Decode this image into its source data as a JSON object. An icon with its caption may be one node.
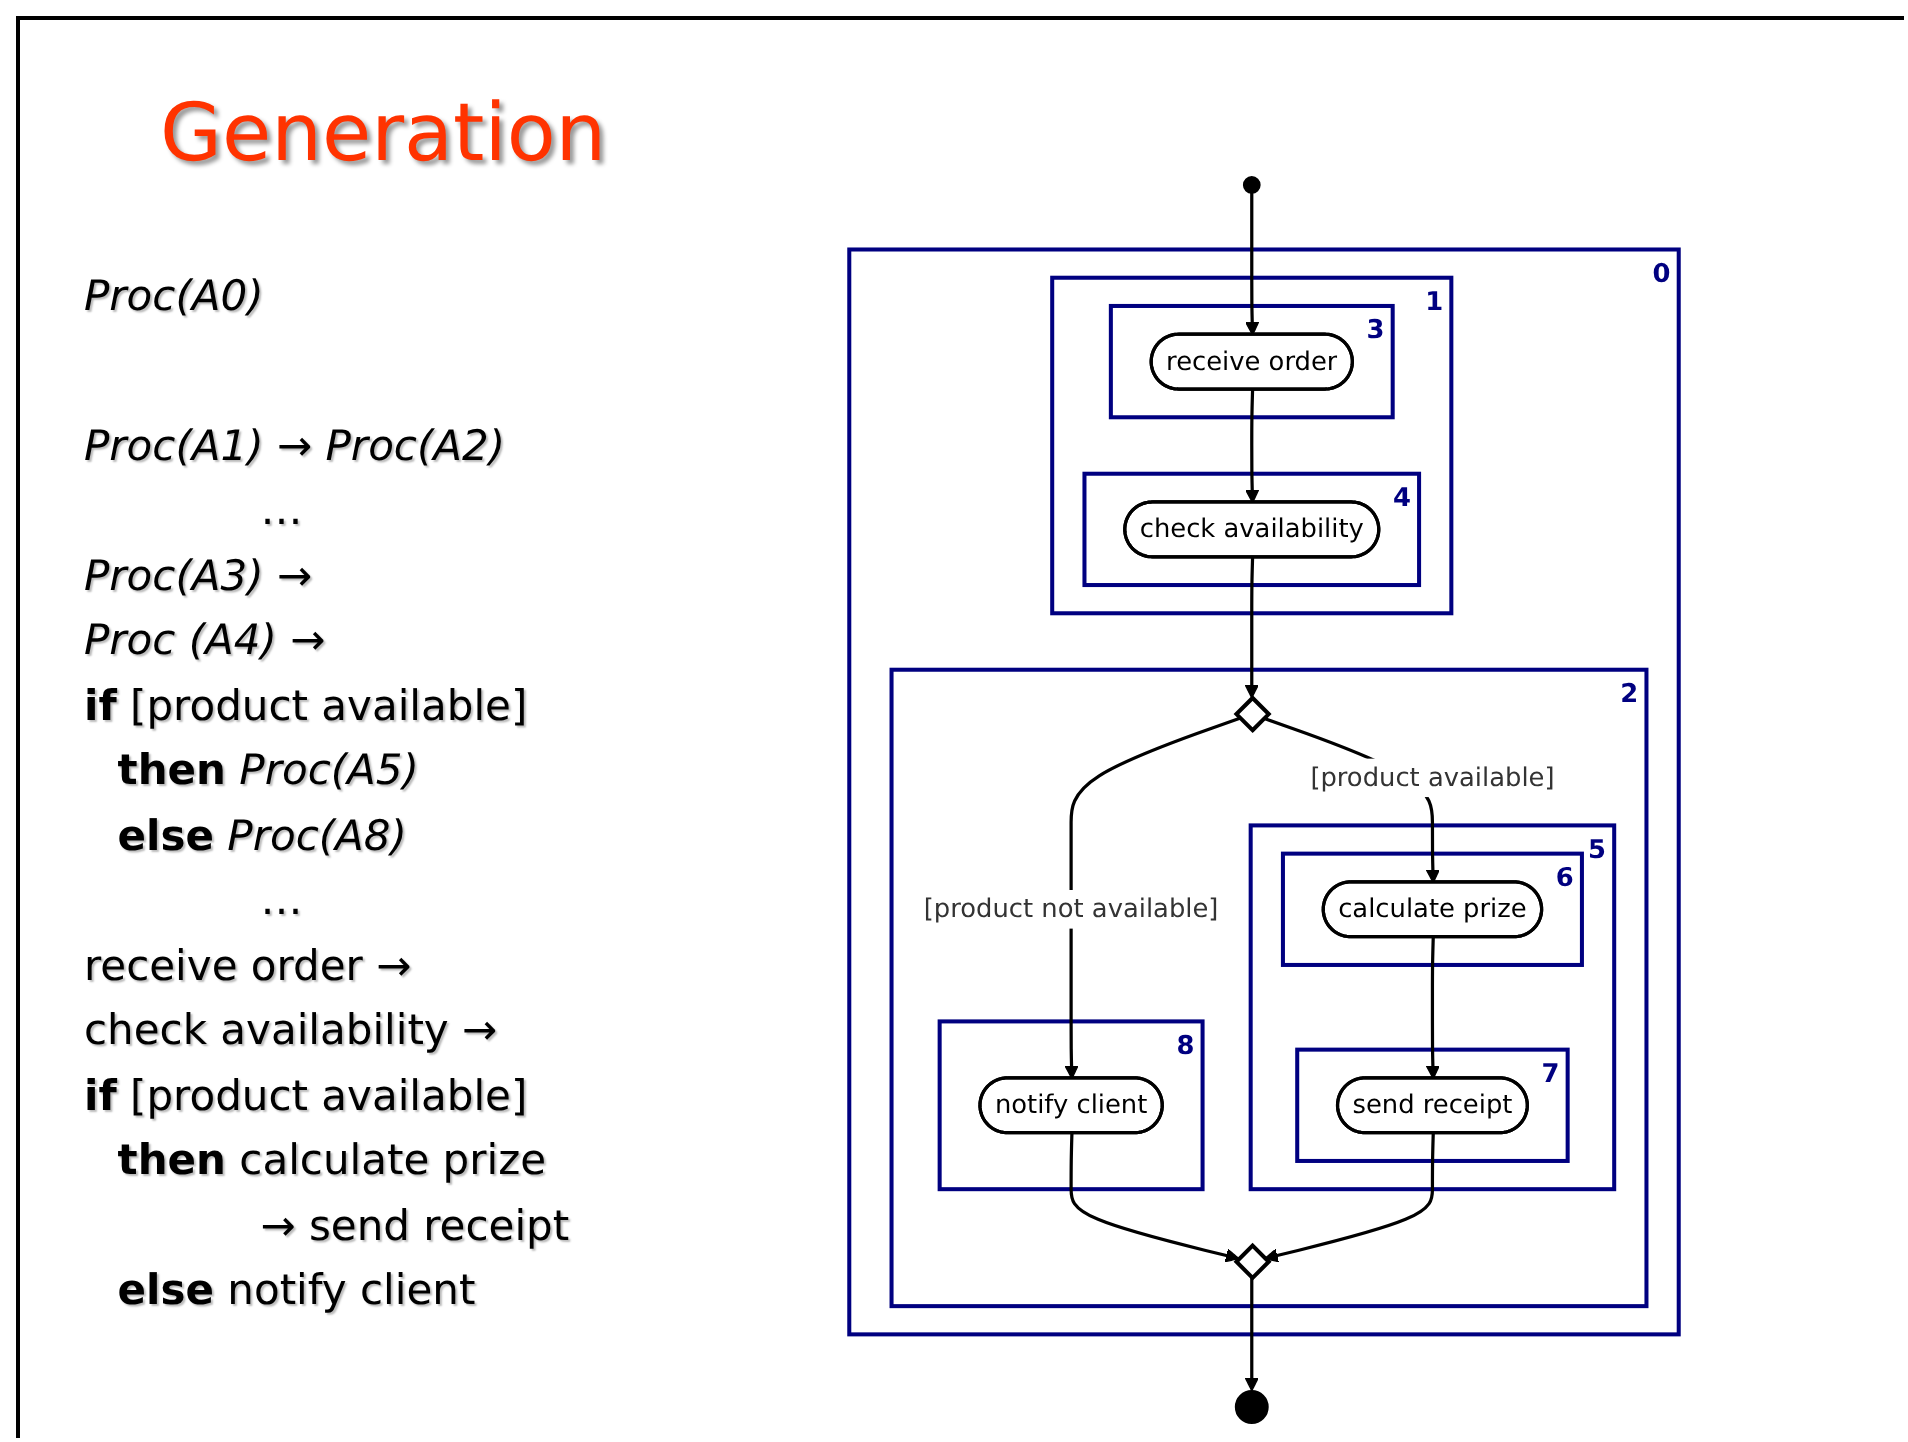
{
  "diagram": {
    "title": "Generation",
    "nodes": [
      {
        "text": [],
        "shape": "circle"
      },
      {
        "text": [
          "0"
        ]
      },
      {
        "text": [
          "1"
        ],
        "in": 1
      },
      {
        "text": [
          "3"
        ],
        "in": 2
      },
      {
        "text": [
          "receive order"
        ],
        "in": 3
      },
      {
        "text": [
          "4"
        ],
        "in": 2
      },
      {
        "text": [
          "check availability"
        ],
        "in": 5
      },
      {
        "text": [
          "2"
        ],
        "in": 1
      },
      {
        "text": [],
        "shape": "diamond",
        "in": 7
      },
      {
        "text": [
          "5"
        ],
        "in": 7
      },
      {
        "text": [
          "6"
        ],
        "in": 9
      },
      {
        "text": [
          "calculate prize"
        ],
        "in": 10
      },
      {
        "text": [
          "8"
        ],
        "in": 7
      },
      {
        "text": [
          "notify client"
        ],
        "in": 12
      },
      {
        "text": [
          "7"
        ],
        "in": 9
      },
      {
        "text": [
          "send receipt"
        ],
        "in": 14
      },
      {
        "text": [],
        "shape": "diamond",
        "in": 7
      },
      {
        "text": [],
        "shape": "bullseye"
      }
    ],
    "edges": [
      {
        "from": 0,
        "to": 4,
        "arrow": "to"
      },
      {
        "from": 4,
        "to": 6,
        "arrow": "to"
      },
      {
        "from": 6,
        "to": 8,
        "arrow": "to"
      },
      {
        "from": 8,
        "to": 13,
        "arrow": "to",
        "label": "[product not available]"
      },
      {
        "from": 8,
        "to": 11,
        "arrow": "to",
        "label": "[product available]"
      },
      {
        "from": 11,
        "to": 15,
        "arrow": "to"
      },
      {
        "from": 13,
        "to": 16,
        "arrow": "to"
      },
      {
        "from": 15,
        "to": 16,
        "arrow": "to"
      },
      {
        "from": 16,
        "to": 17,
        "arrow": "to"
      }
    ],
    "labels": [
      "*Proc(A0)*",
      "*Proc(A1)* → *Proc(A2)*",
      "…",
      "*Proc(A3)* →",
      "*Proc (A4)* →",
      "**if** [product available]",
      "**then** *Proc(A5)*",
      "**else** *Proc(A8)*",
      "…",
      "receive order →",
      "check availability →",
      "**if** [product available]",
      "**then** calculate prize",
      "→ send receipt",
      "**else** notify client"
    ]
  }
}
